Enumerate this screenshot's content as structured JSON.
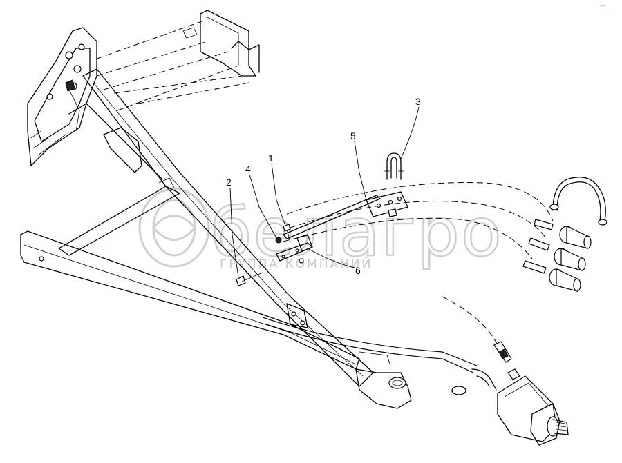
{
  "watermark": {
    "brand": "белагро",
    "subtitle": "ГРУППА КОМПАНИЙ"
  },
  "corner_text": "«» —",
  "callouts": [
    {
      "id": "1",
      "label": "1"
    },
    {
      "id": "2",
      "label": "2"
    },
    {
      "id": "3",
      "label": "3"
    },
    {
      "id": "4",
      "label": "4"
    },
    {
      "id": "5",
      "label": "5"
    },
    {
      "id": "6",
      "label": "6"
    }
  ]
}
